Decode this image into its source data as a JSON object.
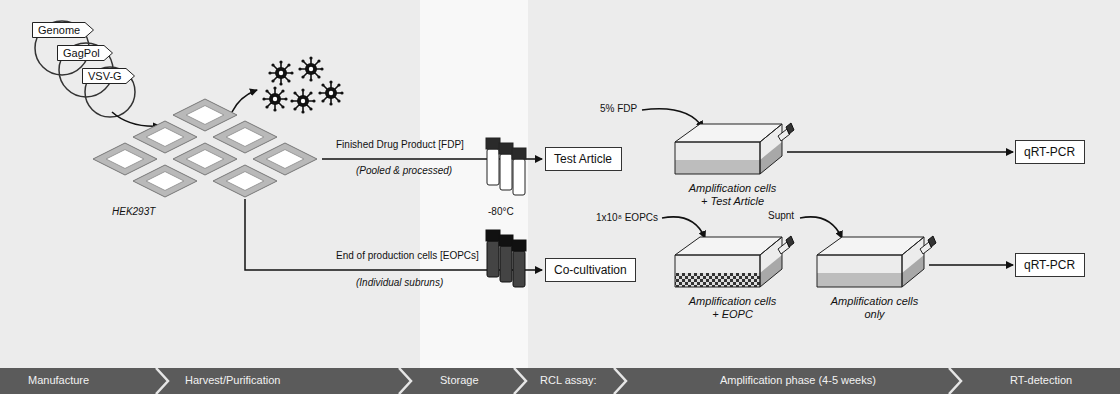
{
  "diagram": {
    "nodes": [
      {
        "text": [
          "Genome"
        ]
      },
      {
        "text": [
          "GagPol"
        ]
      },
      {
        "text": [
          "VSV-G"
        ]
      },
      {
        "text": [
          "Test Article"
        ]
      },
      {
        "text": [
          "Amplification cells + Test Article"
        ]
      },
      {
        "text": [
          "qRT-PCR"
        ]
      },
      {
        "text": [
          "Co-cultivation"
        ]
      },
      {
        "text": [
          "Amplification cells + EOPC"
        ]
      },
      {
        "text": [
          "Amplification cells only"
        ]
      },
      {
        "text": [
          "qRT-PCR"
        ]
      },
      {
        "text": [
          "Manufacture",
          "Harvest/Purification",
          "Storage",
          "RCL assay:",
          "Amplification phase (4-5 weeks)",
          "RT-detection"
        ]
      }
    ],
    "edges": [
      {
        "from": 4,
        "to": 5,
        "arrow": "to"
      },
      {
        "from": 8,
        "to": 9,
        "arrow": "to"
      }
    ],
    "labels": [
      "Finished Drug Product [FDP]",
      "(Pooled & processed)",
      "HEK293T",
      "-80°C",
      "End of production cells [EOPCs]",
      "(Individual subruns)",
      "5% FDP",
      "1x10⁸ EOPCs",
      "Supnt"
    ]
  }
}
